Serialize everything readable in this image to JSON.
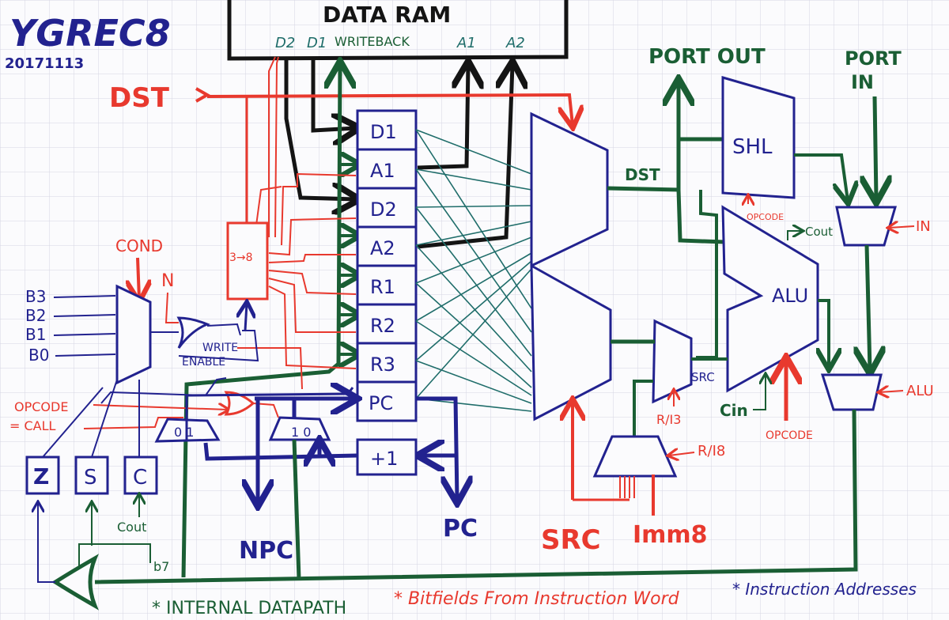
{
  "title": "YGREC8",
  "date": "20171113",
  "colors": {
    "red": "#e8392e",
    "blue": "#22228f",
    "green": "#1a5e34",
    "black": "#141414",
    "teal": "#1f6d6a",
    "grid": "#d6d6e2"
  },
  "labels": {
    "data_ram": "DATA RAM",
    "ram_d2": "D2",
    "ram_d1": "D1",
    "ram_writeback": "WRITEBACK",
    "ram_a1": "A1",
    "ram_a2": "A2",
    "dst_in": "DST",
    "dst_mux": "DST",
    "port_out": "PORT OUT",
    "port_in": "PORT IN",
    "shl": "SHL",
    "alu": "ALU",
    "opcode_shl": "OPCODE",
    "cout_alu": "Cout",
    "in_mux": "IN",
    "alu_mux": "ALU",
    "src_small": "SRC",
    "ri3": "R/I3",
    "ri8": "R/I8",
    "cin": "Cin",
    "opcode_alu": "OPCODE",
    "decoder": "3→8",
    "cond": "COND",
    "n": "N",
    "b3": "B3",
    "b2": "B2",
    "b1": "B1",
    "b0": "B0",
    "write": "WRITE",
    "enable": "ENABLE",
    "opcode_call": "OPCODE",
    "eq_call": "= CALL",
    "mux01": "0 1",
    "mux10": "1 0",
    "flag_z": "Z",
    "flag_s": "S",
    "flag_c": "C",
    "cout_flag": "Cout",
    "b7": "b7",
    "npc": "NPC",
    "pc_out": "PC",
    "src_out": "SRC",
    "imm8": "Imm8"
  },
  "registers": [
    "D1",
    "A1",
    "D2",
    "A2",
    "R1",
    "R2",
    "R3",
    "PC"
  ],
  "increment": "+1",
  "legend": [
    {
      "text": "* INTERNAL DATAPATH",
      "color": "#1a5e34"
    },
    {
      "text": "* Bitfields From Instruction Word",
      "color": "#e8392e"
    },
    {
      "text": "* Instruction Addresses",
      "color": "#22228f"
    }
  ]
}
